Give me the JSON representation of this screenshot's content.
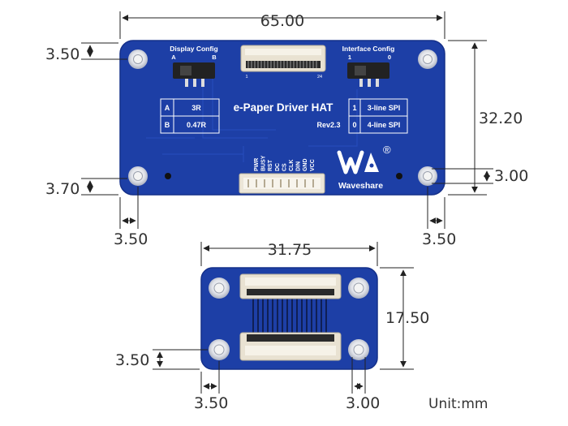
{
  "colors": {
    "pcb": "#1d3fa6",
    "pcb_edge": "#15308a",
    "silk": "#ffffff",
    "connector": "#e9e2d2",
    "connector_contacts": "#2a2a2a",
    "switch": "#222222",
    "dim_line": "#222222"
  },
  "icons": {
    "brand_logo": "waveshare-logo-icon",
    "mount_hole": "mounting-hole-icon",
    "switch": "slide-switch-icon",
    "ffc": "ffc-connector-icon"
  },
  "unit_label": "Unit:mm",
  "top_board": {
    "title": "e-Paper Driver HAT",
    "revision": "Rev2.3",
    "brand": "Waveshare",
    "registered": "®",
    "display_config": {
      "label": "Display Config",
      "left": "A",
      "right": "B"
    },
    "interface_config": {
      "label": "Interface Config",
      "left": "1",
      "right": "0"
    },
    "display_table": [
      {
        "key": "A",
        "value": "3R"
      },
      {
        "key": "B",
        "value": "0.47R"
      }
    ],
    "interface_table": [
      {
        "key": "1",
        "value": "3-line SPI"
      },
      {
        "key": "0",
        "value": "4-line SPI"
      }
    ],
    "ffc_pin_first": "1",
    "ffc_pin_last": "24",
    "pins": [
      "PWR",
      "BUSY",
      "RST",
      "DC",
      "CS",
      "CLK",
      "DIN",
      "GND",
      "VCC"
    ],
    "dims": {
      "width": "65.00",
      "height": "32.20",
      "top_hole_offset": "3.50",
      "bottom_hole_offset": "3.70",
      "left_hole_offset": "3.50",
      "right_hole_offset": "3.50",
      "hole_diameter": "3.00"
    }
  },
  "bottom_board": {
    "dims": {
      "width": "31.75",
      "height": "17.50",
      "bottom_hole_offset": "3.50",
      "left_hole_offset": "3.50",
      "hole_diameter": "3.00"
    }
  }
}
